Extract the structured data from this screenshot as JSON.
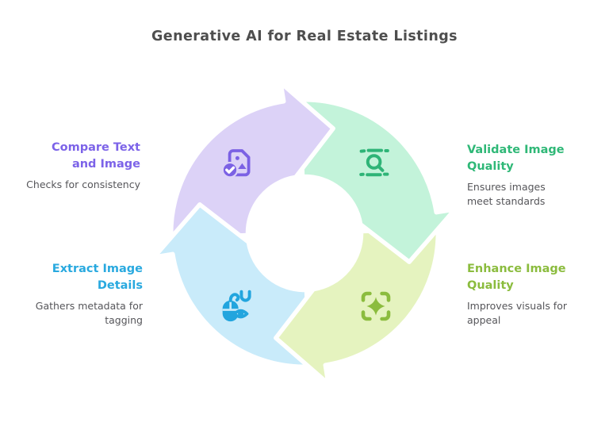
{
  "title": "Generative AI for Real Estate Listings",
  "diagram": {
    "type": "cycle",
    "direction": "clockwise",
    "text_color": "#56565a",
    "title_color": "#4e4e4e"
  },
  "steps": [
    {
      "id": "compare",
      "label": "Compare Text and Image",
      "description": "Checks for consistency",
      "label_color": "#7c63e8",
      "segment_color": "#dcd2f7",
      "icon": "image-check-icon",
      "icon_color": "#7b61e4"
    },
    {
      "id": "validate",
      "label": "Validate Image Quality",
      "description": "Ensures images meet standards",
      "label_color": "#2fb877",
      "segment_color": "#c3f3da",
      "icon": "search-validate-icon",
      "icon_color": "#2eb477"
    },
    {
      "id": "enhance",
      "label": "Enhance Image Quality",
      "description": "Improves visuals for appeal",
      "label_color": "#8bbc3e",
      "segment_color": "#e5f3bf",
      "icon": "sparkle-frame-icon",
      "icon_color": "#8bbc3e"
    },
    {
      "id": "extract",
      "label": "Extract Image Details",
      "description": "Gathers metadata for tagging",
      "label_color": "#29a9df",
      "segment_color": "#c9ebfa",
      "icon": "mouse-eye-icon",
      "icon_color": "#22a5de"
    }
  ]
}
